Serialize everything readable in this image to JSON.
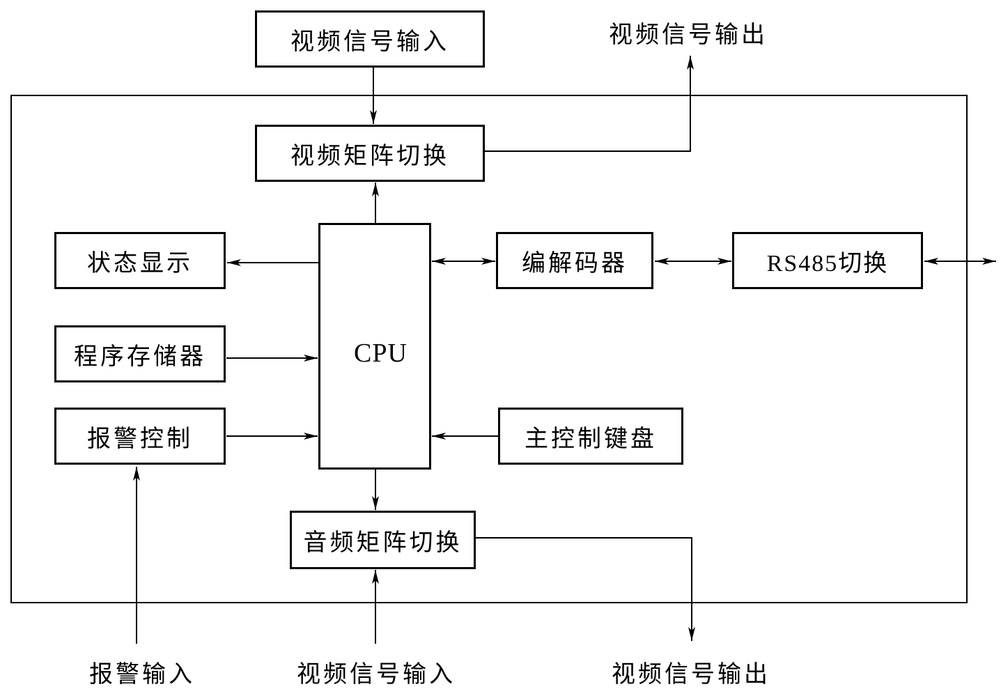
{
  "blocks": {
    "video_input_top": "视频信号输入",
    "video_output_top": "视频信号输出",
    "video_matrix": "视频矩阵切换",
    "status_display": "状态显示",
    "cpu": "CPU",
    "codec": "编解码器",
    "rs485": "RS485切换",
    "program_memory": "程序存储器",
    "alarm_control": "报警控制",
    "main_keyboard": "主控制键盘",
    "audio_matrix": "音频矩阵切换",
    "alarm_input": "报警输入",
    "video_input_bottom": "视频信号输入",
    "video_output_bottom": "视频信号输出"
  }
}
